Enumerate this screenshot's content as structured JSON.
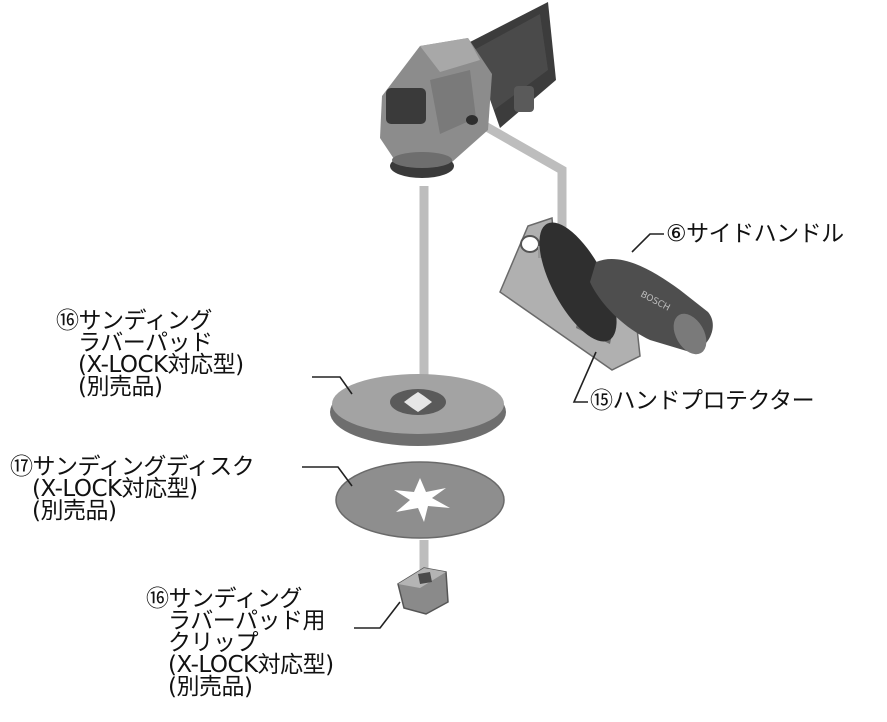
{
  "labels": {
    "side_handle": "⑥サイドハンドル",
    "hand_protector": "⑮ハンドプロテクター",
    "rubber_pad": {
      "line1": "⑯サンディング",
      "line2": "ラバーパッド",
      "line3": "(X-LOCK対応型)",
      "line4": "(別売品)"
    },
    "sanding_disc": {
      "line1": "⑰サンディングディスク",
      "line2": "(X-LOCK対応型)",
      "line3": "(別売品)"
    },
    "pad_clip": {
      "line1": "⑯サンディング",
      "line2": "ラバーパッド用",
      "line3": "クリップ",
      "line4": "(X-LOCK対応型)",
      "line5": "(別売品)"
    }
  },
  "brand_mark": "BOSCH",
  "colors": {
    "guide_line": "#bdbdbd",
    "tool_body": "#8c8c8c",
    "tool_dark": "#3a3a3a",
    "disc": "#8e8e8e",
    "leader": "#222222"
  }
}
